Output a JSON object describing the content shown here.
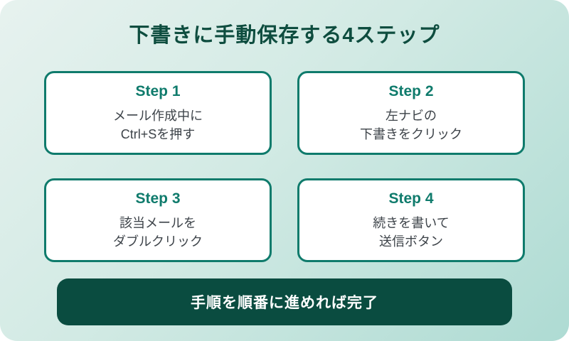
{
  "page": {
    "title": "下書きに手動保存する4ステップ",
    "colors": {
      "background_gradient_start": "#e7f2ef",
      "background_gradient_end": "#aedbd3",
      "accent_teal": "#0f7b6c",
      "dark_green": "#0a4c40",
      "title_text": "#0e4d3f",
      "card_background": "#ffffff",
      "body_text": "#3d4349",
      "banner_text": "#ffffff"
    }
  },
  "steps": [
    {
      "label": "Step 1",
      "line1": "メール作成中に",
      "line2": "Ctrl+Sを押す"
    },
    {
      "label": "Step 2",
      "line1": "左ナビの",
      "line2": "下書きをクリック"
    },
    {
      "label": "Step 3",
      "line1": "該当メールを",
      "line2": "ダブルクリック"
    },
    {
      "label": "Step 4",
      "line1": "続きを書いて",
      "line2": "送信ボタン"
    }
  ],
  "footer": {
    "text": "手順を順番に進めれば完了"
  }
}
